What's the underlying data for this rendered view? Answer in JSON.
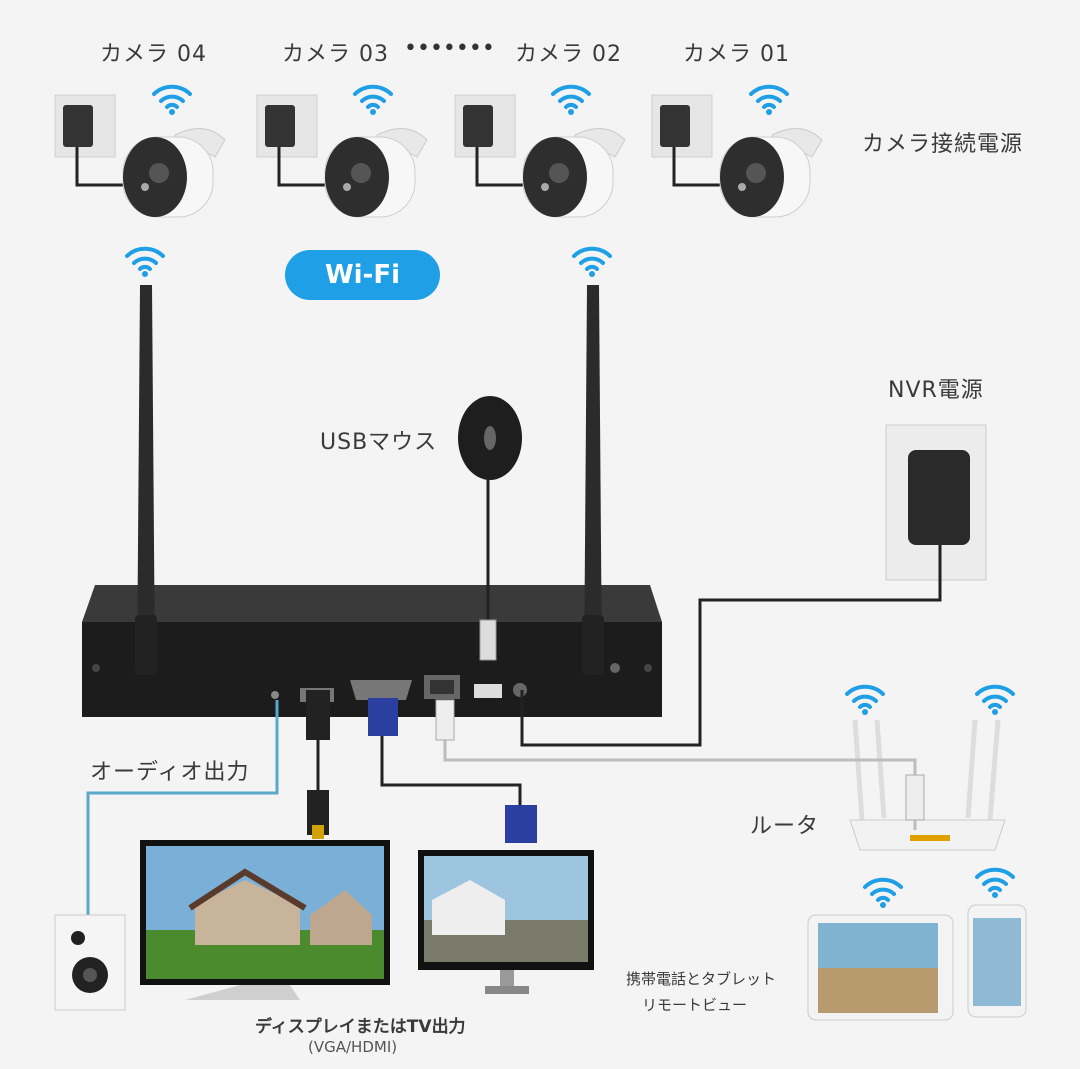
{
  "cameras": [
    {
      "label": "カメラ 04"
    },
    {
      "label": "カメラ 03"
    },
    {
      "label": "カメラ 02"
    },
    {
      "label": "カメラ 01"
    }
  ],
  "camera_dots": "•••••••",
  "camera_power_label": "カメラ接続電源",
  "wifi_badge": "Wi-Fi",
  "usb_mouse_label": "USBマウス",
  "nvr_power_label": "NVR電源",
  "audio_out_label": "オーディオ出力",
  "router_label": "ルータ",
  "display_label": "ディスプレイまたはTV出力",
  "display_sub_label": "(VGA/HDMI)",
  "mobile_label_line1": "携帯電話とタブレット",
  "mobile_label_line2": "リモートビュー",
  "colors": {
    "wifi": "#1f9fe6",
    "cable_dark": "#222222",
    "cable_blue": "#5aa9c9",
    "cable_gray": "#bdbdbd"
  }
}
